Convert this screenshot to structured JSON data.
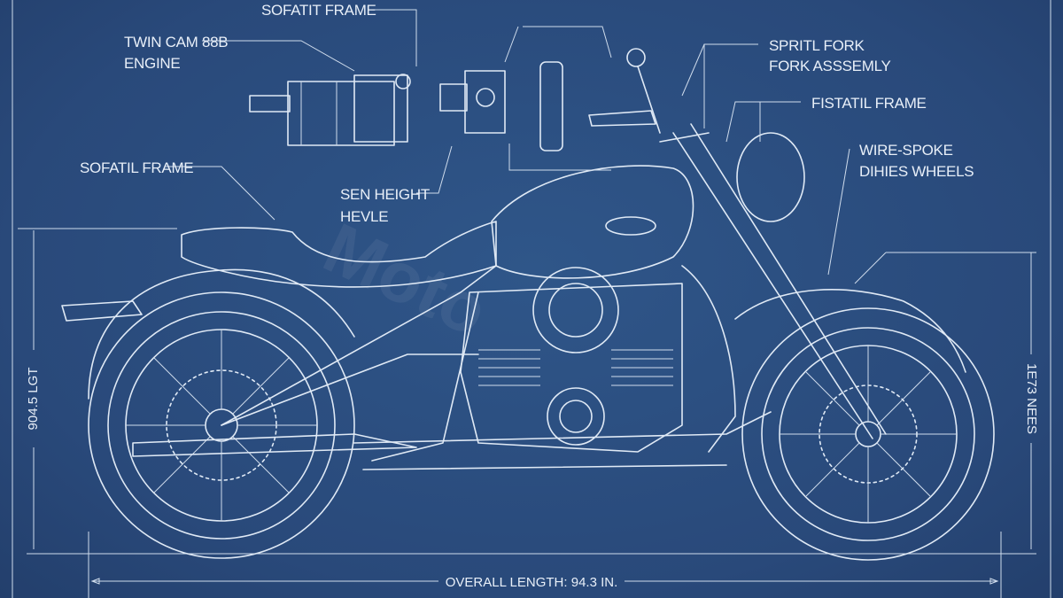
{
  "colors": {
    "background": "#2b4f80",
    "linework": "#dfe9f5"
  },
  "watermark": "Moto",
  "labels": {
    "top_frame": "SOFATIT FRAME",
    "engine_line1": "TWIN CAM 88B",
    "engine_line2": "ENGINE",
    "left_frame": "SOFATIL FRAME",
    "seat_line1": "SEN HEIGHT",
    "seat_line2": "HEVLE",
    "fork_line1": "SPRITL FORK",
    "fork_line2": "FORK ASSSEMLY",
    "right_frame": "FISTATIL FRAME",
    "wheels_line1": "WIRE-SPOKE",
    "wheels_line2": "DIHIES WHEELS"
  },
  "dimensions": {
    "overall_length": "OVERALL LENGTH: 94.3 IN.",
    "left_height": "904.5 LGT",
    "right_height": "1E73 NEES"
  }
}
